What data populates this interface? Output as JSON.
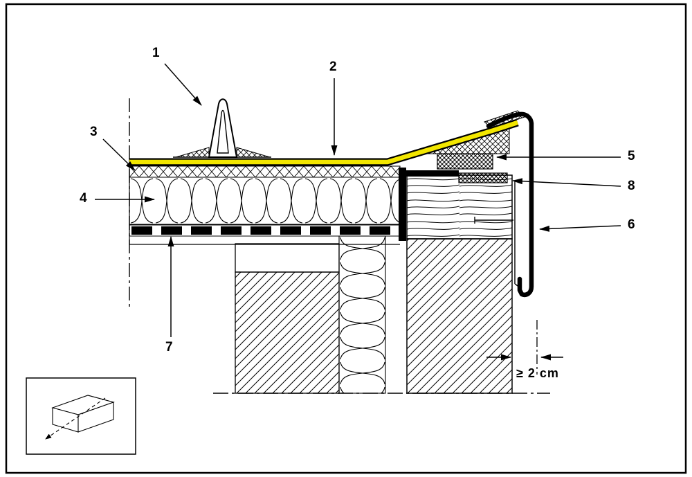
{
  "callouts": {
    "c1": "1",
    "c2": "2",
    "c3": "3",
    "c4": "4",
    "c5": "5",
    "c6": "6",
    "c7": "7",
    "c8": "8"
  },
  "dimension": {
    "label": "≥ 2 cm"
  },
  "colors": {
    "membrane_yellow": "#f2e600",
    "line": "#000000",
    "background": "#ffffff"
  },
  "icons": {
    "legend_block": "isometric-block-section-arrow-icon"
  }
}
